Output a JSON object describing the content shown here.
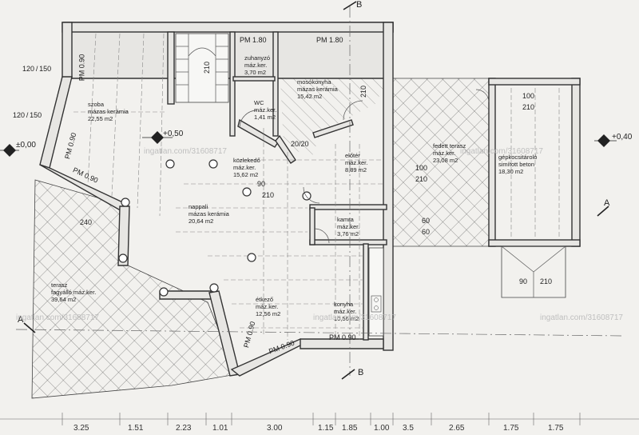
{
  "rooms": [
    {
      "id": "szoba",
      "name": "szoba",
      "floor": "mázas kerámia",
      "area": "22,55 m2"
    },
    {
      "id": "zuhanyzo",
      "name": "zuhanyzó",
      "floor": "máz.ker.",
      "area": "3,70 m2"
    },
    {
      "id": "mosokonyha",
      "name": "mosókonyha",
      "floor": "mázas kerámia",
      "area": "15,42 m2"
    },
    {
      "id": "wc",
      "name": "WC",
      "floor": "máz.ker.",
      "area": "1,41 m2"
    },
    {
      "id": "kozlekedo",
      "name": "közlekedő",
      "floor": "máz.ker.",
      "area": "15,62 m2"
    },
    {
      "id": "eloter",
      "name": "előtér",
      "floor": "máz.ker.",
      "area": "8,89 m2"
    },
    {
      "id": "fedett_terasz",
      "name": "fedett terasz",
      "floor": "máz.ker.",
      "area": "23,08 m2"
    },
    {
      "id": "gepkocsitarolo",
      "name": "gépkocsitároló",
      "floor": "simított beton",
      "area": "18,30 m2"
    },
    {
      "id": "nappali",
      "name": "nappali",
      "floor": "mázas kerámia",
      "area": "20,64 m2"
    },
    {
      "id": "kamra",
      "name": "kamra",
      "floor": "máz.ker.",
      "area": "3,76 m2"
    },
    {
      "id": "terasz",
      "name": "terasz",
      "floor": "fagyálló máz.ker.",
      "area": "39,64 m2"
    },
    {
      "id": "etkezo",
      "name": "étkező",
      "floor": "máz.ker.",
      "area": "12,56 m2"
    },
    {
      "id": "konyha",
      "name": "konyha",
      "floor": "máz.ker.",
      "area": "10,56 m2"
    }
  ],
  "levels": {
    "plus050": "+0,50",
    "zero": "±0,00",
    "plus040": "+0,40"
  },
  "sections": {
    "a": "A",
    "b": "B"
  },
  "marks": {
    "pm180a": "PM 1.80",
    "pm180b": "PM 1.80",
    "pm090a": "PM 0.90",
    "pm090b": "PM 0.90",
    "pm090c": "PM 0.90",
    "pm090d": "PM 0.90",
    "pm090e": "PM 0.90",
    "pm090f": "PM 0.90",
    "w12040": "120 / 150",
    "w12040b": "120 / 150",
    "d210a": "210",
    "d210b": "210",
    "d100": "100",
    "d210c": "210",
    "d2020": "20/20",
    "d90": "90",
    "d210d": "210",
    "d100b": "100",
    "d210e": "210",
    "d60": "60",
    "d60b": "60",
    "d90b": "90",
    "d210f": "210",
    "d240": "240"
  },
  "dimensions": [
    "3.25",
    "1.51",
    "2.23",
    "1.01",
    "3.00",
    "1.15",
    "1.85",
    "1.00",
    "3.5",
    "2.65",
    "1.75",
    "1.75"
  ],
  "watermark": "ingatlan.com/31608717"
}
